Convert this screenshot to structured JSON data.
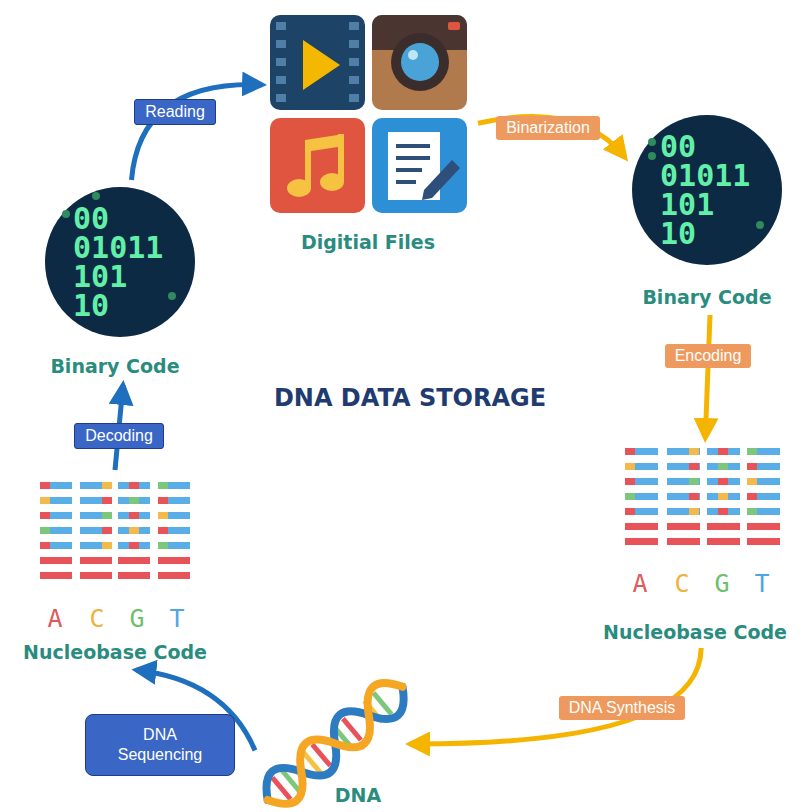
{
  "diagram": {
    "title": "DNA DATA STORAGE",
    "nodes": [
      {
        "text": [
          "Digitial Files"
        ]
      },
      {
        "text": [
          "00 01011 101 10",
          "Binary Code"
        ]
      },
      {
        "text": [
          "A",
          "C",
          "G",
          "T",
          "Nucleobase Code"
        ]
      },
      {
        "text": [
          "DNA"
        ]
      },
      {
        "text": [
          "A",
          "C",
          "G",
          "T",
          "Nucleobase Code"
        ]
      },
      {
        "text": [
          "00 01011 101 10",
          "Binary Code"
        ]
      }
    ],
    "edges": [
      {
        "from": 0,
        "to": 1,
        "label": "Binarization",
        "arrow": "to"
      },
      {
        "from": 1,
        "to": 2,
        "label": "Encoding",
        "arrow": "to"
      },
      {
        "from": 2,
        "to": 3,
        "label": "DNA Synthesis",
        "arrow": "to"
      },
      {
        "from": 3,
        "to": 4,
        "label": "DNA Sequencing",
        "arrow": "to"
      },
      {
        "from": 4,
        "to": 5,
        "label": "Decoding",
        "arrow": "to"
      },
      {
        "from": 5,
        "to": 0,
        "label": "Reading",
        "arrow": "to"
      }
    ]
  }
}
